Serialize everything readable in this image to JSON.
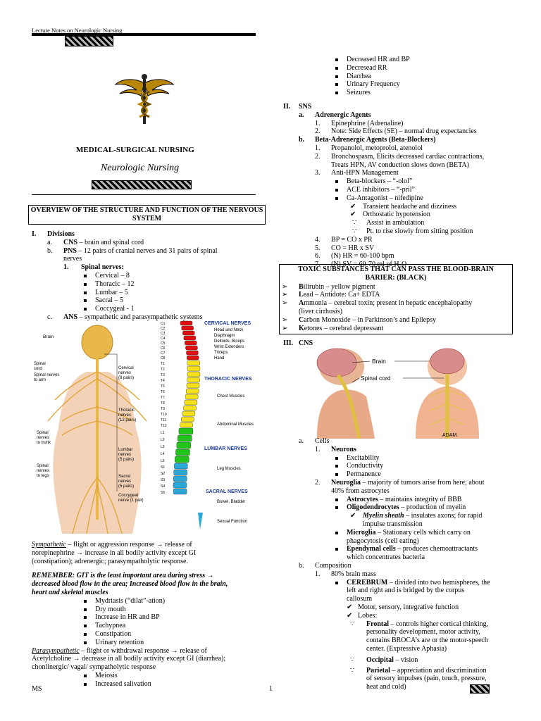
{
  "header": {
    "title": "Lecture Notes on Neurologic Nursing"
  },
  "cover": {
    "title": "MEDICAL-SURGICAL NURSING",
    "subtitle": "Neurologic Nursing",
    "overview_heading": "OVERVIEW OF THE STRUCTURE AND FUNCTION OF THE NERVOUS SYSTEM"
  },
  "left": {
    "sec1_num": "I.",
    "sec1_title": "Divisions",
    "a_label": "a.",
    "a_term": "CNS",
    "a_text": " – brain and spinal cord",
    "b_label": "b.",
    "b_term": "PNS",
    "b_text1": " – 12 pairs of cranial nerves and 31 pairs of spinal",
    "b_text2": "nerves",
    "spinal_num": "1.",
    "spinal_title": "Spinal nerves:",
    "spinal_items": [
      "Cervical – 8",
      "Thoracic – 12",
      "Lumbar – 5",
      "Sacral – 5",
      "Coccygeal - 1"
    ],
    "c_label": "c.",
    "c_term": "ANS",
    "c_text": " – sympathetic and parasympathetic systems",
    "body_labels": [
      "Brain",
      "Spinal cord",
      "Spinal nerves to arm",
      "Cervical nerves (8 pairs)",
      "Thoracic nerves (12 pairs)",
      "Spinal nerves to trunk",
      "Lumbar nerves (5 pairs)",
      "Spinal nerves to legs",
      "Sacral nerves (5 pairs)",
      "Coccygeal nerve (1 pair)"
    ],
    "spine_headers": [
      "CERVICAL NERVES",
      "THORACIC NERVES",
      "LUMBAR NERVES",
      "SACRAL NERVES"
    ],
    "spine_functions": [
      "Head and Neck",
      "Diaphragm",
      "Deltoids, Biceps",
      "Wrist Extenders",
      "Triceps",
      "Hand",
      "Chest Muscles",
      "Abdominal Muscles",
      "Leg Muscles",
      "Bowel, Bladder",
      "Sexual Function"
    ],
    "spine_codes": [
      "C1",
      "C2",
      "C3",
      "C4",
      "C5",
      "C6",
      "C7",
      "C8",
      "T1",
      "T2",
      "T3",
      "T4",
      "T5",
      "T6",
      "T7",
      "T8",
      "T9",
      "T10",
      "T11",
      "T12",
      "L1",
      "L2",
      "L3",
      "L4",
      "L5",
      "S1",
      "S2",
      "S3",
      "S4",
      "S5"
    ],
    "symp_term": "Sympathetic",
    "symp_line1": " – flight or aggression response → release of",
    "symp_line2": "norepinephrine → increase in all bodily activity except GI",
    "symp_line3": "(constipation); adrenergic; parasympatholytic response.",
    "remember1": "REMEMBER: GIT is the least important area during stress →",
    "remember2": "decreased blood flow in the area; Increased blood flow in the brain,",
    "remember3": "heart and skeletal muscles",
    "symp_items": [
      "Mydriasis (“dilat”-ation)",
      "Dry mouth",
      "Increase in HR and BP",
      "Tachypnea",
      "Constipation",
      "Urinary retention"
    ],
    "para_term": "Parasympathetic",
    "para_line1": " – flight or withdrawal response → release of",
    "para_line2": "Acetylcholine → decrease in all bodily activity except GI (diarrhea);",
    "para_line3": "chonlinergic/ vagal/ sympatholytic response",
    "para_items": [
      "Meiosis",
      "Increased salivation"
    ]
  },
  "right": {
    "top_items": [
      "Decreased HR and BP",
      "Decresead RR",
      "Diarrhea",
      "Urinary Frequency",
      "Seizures"
    ],
    "sec2_num": "II.",
    "sec2_title": "SNS",
    "a_label": "a.",
    "a_title": "Adrenergic Agents",
    "a_items": [
      "Epinephrine (Adrenaline)",
      "Note: Side Effects (SE) – normal drug expectancies"
    ],
    "b_label": "b.",
    "b_title": "Beta-Adrenergic Agents (Beta-Blockers)",
    "b1": "Propanolol, metoprolol, atenolol",
    "b2_line1": "Bronchospasm, Elicits decreased cardiac contractions,",
    "b2_line2": "Treats HPN, AV conduction slows down (BETA)",
    "b3": "Anti-HPN Management",
    "b3_items": [
      "Beta-blockers – “-olol”",
      "ACE inhibitors – “-pril”",
      "Ca-Antagonist – nifedipine"
    ],
    "check_items": [
      "Transient headache and dizziness",
      "Orthostatic hypotension"
    ],
    "because_items": [
      "Assist in ambulation",
      "Pt. to rise slowly from sitting position"
    ],
    "formulas": [
      "BP = CO x PR",
      "CO = HR x SV",
      "(N) HR = 60-100 bpm",
      "(N) SV = 60-70 ml of H₂O"
    ],
    "toxic_heading": "TOXIC SUBSTANCES THAT CAN PASS THE BLOOD-BRAIN BARIER: (BLACK)",
    "toxic_items": [
      {
        "b": "B",
        "text": "ilirubin – yellow pigment"
      },
      {
        "b": "L",
        "text": "ead – Antidote: Ca+ EDTA"
      },
      {
        "b": "A",
        "text": "mmonia – cerebral toxin; present in hepatic encephalopathy"
      },
      {
        "b": "",
        "text": "(liver cirrhosis)"
      },
      {
        "b": "C",
        "text": "arbon Monoxide – in Parkinson’s and Epilepsy"
      },
      {
        "b": "K",
        "text": "etones – cerebral depressant"
      }
    ],
    "sec3_num": "III.",
    "sec3_title": "CNS",
    "cns_labels": [
      "Brain",
      "Spinal cord",
      "ADAM."
    ],
    "cells_label": "a.",
    "cells_title": "Cells",
    "neurons_num": "1.",
    "neurons_title": "Neurons",
    "neuron_items": [
      "Excitability",
      "Conductivity",
      "Permanence"
    ],
    "neuroglia_num": "2.",
    "neuroglia_title": "Neuroglia",
    "neuroglia_text1": " – majority of tumors arise from here; about",
    "neuroglia_text2": "40% from astrocytes",
    "astro_term": "Astrocytes",
    "astro_text": " – maintains integrity of BBB",
    "oligo_term": "Oligodendrocytes",
    "oligo_text": " – production of myelin",
    "myelin_term": "Myelin sheath",
    "myelin_text1": " – insulates axons; for rapid",
    "myelin_text2": "impulse transmission",
    "micro_term": "Microglia",
    "micro_text1": " – Stationary cells which carry on",
    "micro_text2": "phagocytosis (cell eating)",
    "epen_term": "Ependymal cells",
    "epen_text1": " – produces chemoattractants",
    "epen_text2": "which concentrates bacteria",
    "comp_label": "b.",
    "comp_title": "Composition",
    "comp1": "80% brain mass",
    "cere_term": "CEREBRUM",
    "cere_text1": " – divided into two hemispheres, the",
    "cere_text2": "left and right and is bridged by the corpus",
    "cere_text3": "callosum",
    "motor": "Motor, sensory, integrative function",
    "lobes": "Lobes:",
    "frontal_term": "Frontal",
    "frontal_text1": " – controls higher cortical thinking,",
    "frontal_text2": "personality development, motor activity,",
    "frontal_text3": "contains BROCA’s are or the motor-speech",
    "frontal_text4": "center. (Expressive Aphasia)",
    "occ_term": "Occipital",
    "occ_text": " – vision",
    "par_term": "Parietal",
    "par_text1": " – appreciation and discrimination",
    "par_text2": "of sensory impulses (pain, touch, pressure,",
    "par_text3": "heat and cold)"
  },
  "footer": {
    "left": "MS",
    "page": "1"
  }
}
